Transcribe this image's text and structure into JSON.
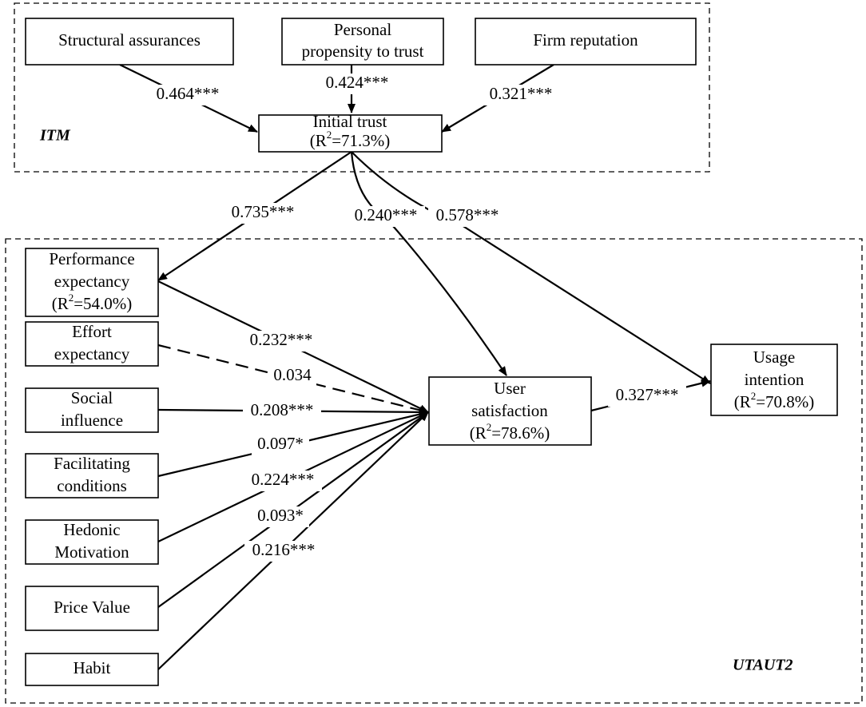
{
  "groups": {
    "itm": "ITM",
    "utaut2": "UTAUT2"
  },
  "nodes": {
    "structural_assurances": [
      "Structural assurances"
    ],
    "personal_propensity": [
      "Personal",
      "propensity to trust"
    ],
    "firm_reputation": [
      "Firm reputation"
    ],
    "initial_trust": {
      "lines": [
        "Initial trust"
      ],
      "r2": "=71.3%)"
    },
    "performance_expectancy": {
      "lines": [
        "Performance",
        "expectancy"
      ],
      "r2": "=54.0%)"
    },
    "effort_expectancy": [
      "Effort",
      "expectancy"
    ],
    "social_influence": [
      "Social",
      "influence"
    ],
    "facilitating_conditions": [
      "Facilitating",
      "conditions"
    ],
    "hedonic_motivation": [
      "Hedonic",
      "Motivation"
    ],
    "price_value": [
      "Price Value"
    ],
    "habit": [
      "Habit"
    ],
    "user_satisfaction": {
      "lines": [
        "User",
        "satisfaction"
      ],
      "r2": "=78.6%)"
    },
    "usage_intention": {
      "lines": [
        "Usage",
        "intention"
      ],
      "r2": "=70.8%)"
    }
  },
  "r2_prefix": "(R",
  "r2_sup": "2",
  "coefficients": {
    "sa_it": "0.464***",
    "pp_it": "0.424***",
    "fr_it": "0.321***",
    "it_pe": "0.735***",
    "it_us": "0.240***",
    "it_ui": "0.578***",
    "pe_us": "0.232***",
    "ee_us": "0.034",
    "si_us": "0.208***",
    "fc_us": "0.097*",
    "hm_us": "0.224***",
    "pv_us": "0.093*",
    "hb_us": "0.216***",
    "us_ui": "0.327***"
  },
  "significance": {
    "ee_us": "not significant"
  }
}
